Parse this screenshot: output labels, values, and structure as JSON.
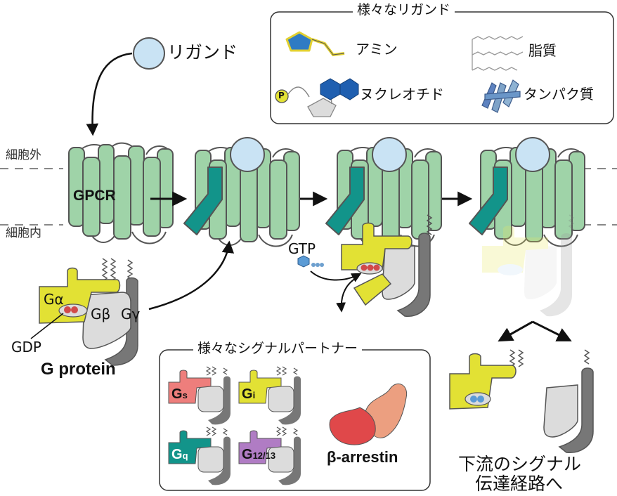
{
  "ligand_label": "リガンド",
  "membrane": {
    "outside": "細胞外",
    "inside": "細胞内"
  },
  "receptor_label": "GPCR",
  "gprotein": {
    "alpha": "Gα",
    "beta": "Gβ",
    "gamma": "Gγ",
    "gdp": "GDP",
    "title": "G protein"
  },
  "gtp_label": "GTP",
  "ligand_box": {
    "title": "様々なリガンド",
    "items": [
      "アミン",
      "脂質",
      "ヌクレオチド",
      "タンパク質"
    ],
    "phosphate": "P"
  },
  "partner_box": {
    "title": "様々なシグナルパートナー",
    "subtypes": [
      {
        "main": "G",
        "sub": "s"
      },
      {
        "main": "G",
        "sub": "i"
      },
      {
        "main": "G",
        "sub": "q"
      },
      {
        "main": "G",
        "sub": "12/13"
      }
    ],
    "arrestin": "β-arrestin"
  },
  "downstream": {
    "line1": "下流のシグナル",
    "line2": "伝達経路へ"
  },
  "colors": {
    "helix": "#9fd3a8",
    "helix_stroke": "#555555",
    "teal": "#12948a",
    "alpha": "#e2e134",
    "beta": "#dcdcdc",
    "gamma": "#777777",
    "ligand": "#c9e3f4",
    "gs": "#ee7e7c",
    "gi": "#e2e134",
    "gq": "#12948a",
    "g1213": "#b07cc4",
    "arrestin_red": "#e0484a",
    "arrestin_peach": "#ec9f80"
  }
}
